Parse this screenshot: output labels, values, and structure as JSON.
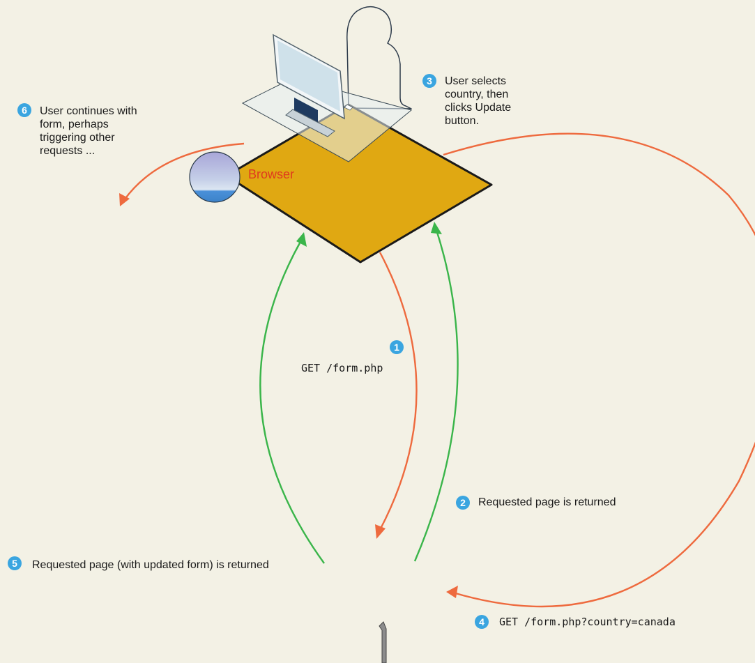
{
  "browser": {
    "label": "Browser"
  },
  "steps": [
    {
      "num": "1",
      "text": "GET /form.php"
    },
    {
      "num": "2",
      "text": "Requested page is returned"
    },
    {
      "num": "3",
      "text": "User selects country, then clicks Update button."
    },
    {
      "num": "4",
      "text": "GET /form.php?country=canada"
    },
    {
      "num": "5",
      "text": "Requested page (with updated form) is returned"
    },
    {
      "num": "6",
      "text": "User continues with form, perhaps triggering other requests ..."
    }
  ],
  "colors": {
    "background": "#f3f1e5",
    "request_arrow": "#ee6a3e",
    "response_arrow": "#3ab54a",
    "badge": "#3aa5e0",
    "desk": "#e0a812",
    "browser_label": "#e03a1e"
  }
}
